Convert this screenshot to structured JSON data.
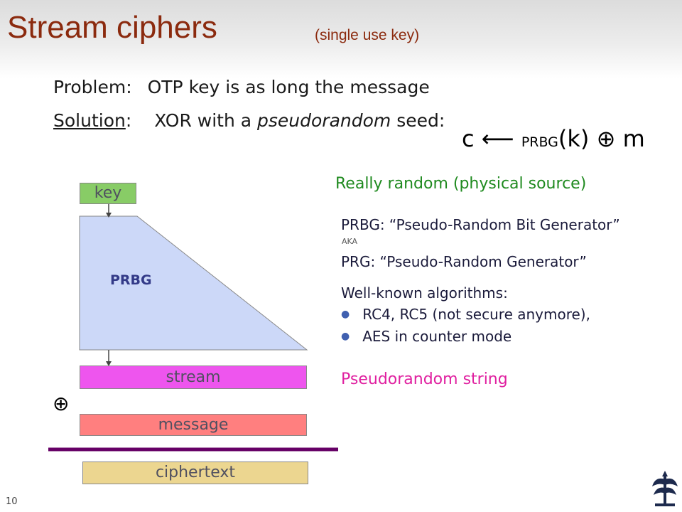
{
  "slide": {
    "title": "Stream ciphers",
    "subtitle": "(single use key)",
    "page_number": "10"
  },
  "problem": {
    "label": "Problem:",
    "text": "OTP key is as long the message"
  },
  "solution": {
    "label": "Solution",
    "colon": ":",
    "text_before": "XOR with a ",
    "text_italic": "pseudorandom",
    "text_after": " seed:"
  },
  "formula": {
    "c": "c",
    "arrow": "⟵",
    "prbg": "PRBG",
    "k": "(k)",
    "xor": "⊕",
    "m": "m"
  },
  "diagram": {
    "key": "key",
    "prbg": "PRBG",
    "stream": "stream",
    "xor_symbol": "⊕",
    "message": "message",
    "ciphertext": "ciphertext",
    "colors": {
      "key": "#88cc66",
      "prbg": "#ccd8f8",
      "stream": "#ee55ee",
      "message": "#ff7f7f",
      "ciphertext": "#ecd690",
      "divider": "#660066"
    }
  },
  "notes": {
    "really_random": "Really random (physical source)",
    "prbg_def": "PRBG: “Pseudo-Random Bit Generator”",
    "aka": "AKA",
    "prg_def": "PRG: “Pseudo-Random Generator”",
    "algos_heading": "Well-known algorithms:",
    "algos": [
      "RC4, RC5 (not secure anymore),",
      "AES in counter mode"
    ],
    "pseudorandom_string": "Pseudorandom string"
  }
}
